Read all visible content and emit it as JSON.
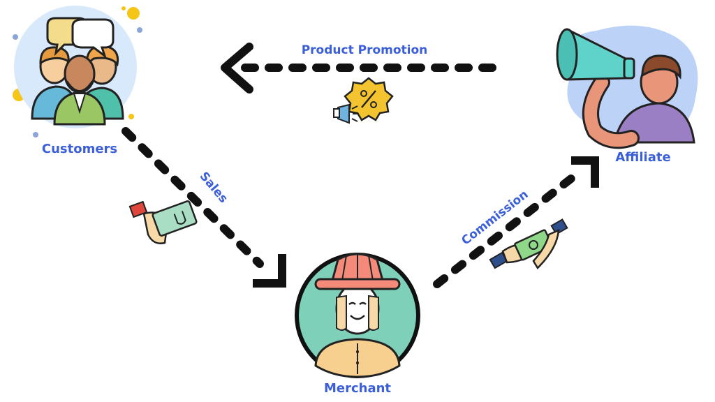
{
  "colors": {
    "label": "#3a5fd9",
    "arrow": "#111111",
    "customers_bg": "#d8e9fb",
    "affiliate_bg": "#bcd3f7",
    "merchant_bg": "#7fd0b9",
    "hat": "#f48b7a",
    "skin": "#f7d9a8",
    "shirt": "#f7cf8f",
    "megaphone": "#5fd3c9",
    "arm": "#e8957a",
    "affiliate_shirt": "#9b7fc4",
    "badge": "#f4c430",
    "cash": "#8fd88a",
    "card": "#a9ddc4",
    "cuff_red": "#e0473c",
    "cuff_blue": "#2f4e8c",
    "dot_blue": "#8aa6d8",
    "dot_yellow": "#f5c518"
  },
  "nodes": {
    "customers": "Customers",
    "affiliate": "Affiliate",
    "merchant": "Merchant"
  },
  "edges": {
    "product_promotion": "Product Promotion",
    "sales": "Sales",
    "commission": "Commission"
  },
  "icons": {
    "customers": "customers-group-icon",
    "affiliate": "affiliate-megaphone-icon",
    "merchant": "merchant-icon",
    "promotion": "promotion-discount-megaphone-icon",
    "sales": "hand-card-icon",
    "commission": "hand-cash-icon"
  }
}
